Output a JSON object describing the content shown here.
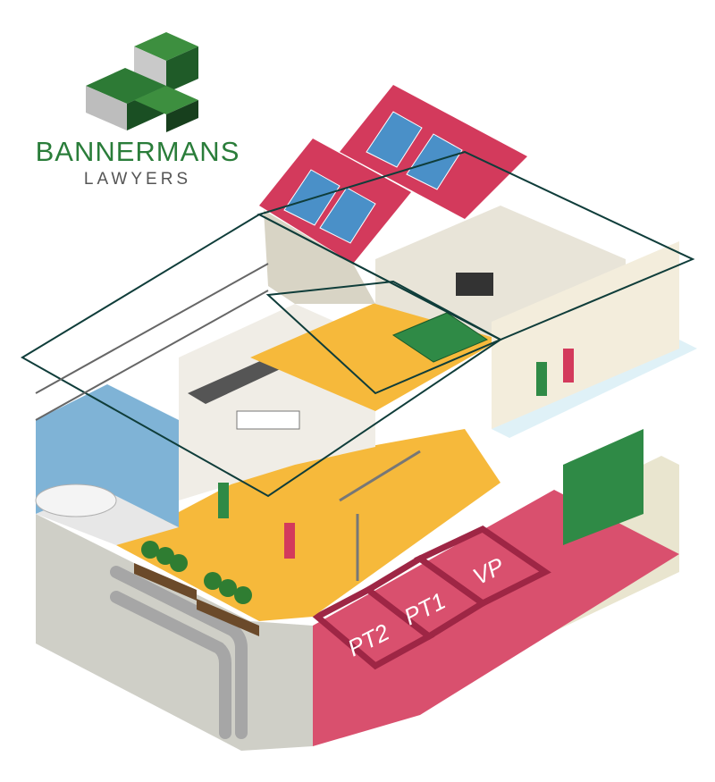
{
  "brand": {
    "name": "BANNERMANS",
    "subtitle": "LAWYERS"
  },
  "parking_bays": [
    "VP",
    "PT1",
    "PT2"
  ],
  "colors": {
    "brand_green": "#2a7d3a",
    "roof": "#d33a5c",
    "floor": "#f6b93b",
    "carpark": "#d9506e",
    "outline": "#0f3d3a"
  }
}
